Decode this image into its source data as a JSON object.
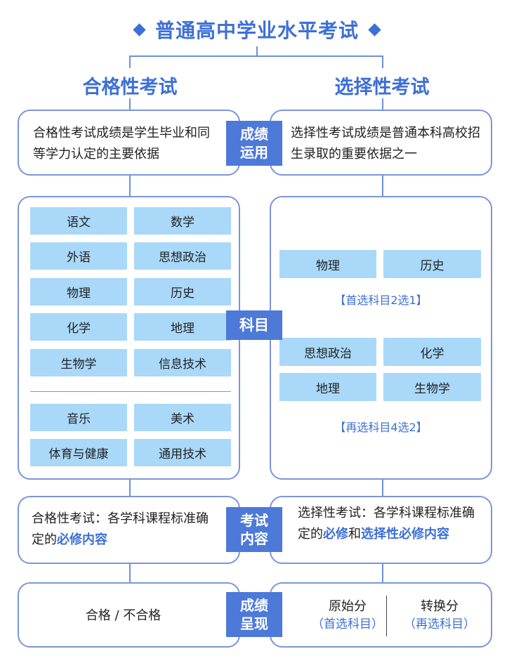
{
  "title": "普通高中学业水平考试",
  "columns": {
    "left": "合格性考试",
    "right": "选择性考试"
  },
  "application": {
    "label": [
      "成绩",
      "运用"
    ],
    "left_text": "合格性考试成绩是学生毕业和同等学力认定的主要依据",
    "right_text": "选择性考试成绩是普通本科高校招生录取的重要依据之一"
  },
  "subjects": {
    "label": "科目",
    "left_main": [
      "语文",
      "数学",
      "外语",
      "思想政治",
      "物理",
      "历史",
      "化学",
      "地理",
      "生物学",
      "信息技术"
    ],
    "left_extra": [
      "音乐",
      "美术",
      "体育与健康",
      "通用技术"
    ],
    "right_first": [
      "物理",
      "历史"
    ],
    "right_first_note": "【首选科目2选1】",
    "right_second": [
      "思想政治",
      "化学",
      "地理",
      "生物学"
    ],
    "right_second_note": "【再选科目4选2】"
  },
  "content": {
    "label": [
      "考试",
      "内容"
    ],
    "left_prefix": "合格性考试：各学科课程标准确定的",
    "left_highlight": "必修内容",
    "right_prefix": "选择性考试：各学科课程标准确定的",
    "right_highlight1": "必修",
    "right_mid": "和",
    "right_highlight2": "选择性必修内容"
  },
  "result": {
    "label": [
      "成绩",
      "呈现"
    ],
    "left_text": "合格 / 不合格",
    "right_a_main": "原始分",
    "right_a_sub": "（首选科目）",
    "right_b_main": "转换分",
    "right_b_sub": "（再选科目）"
  }
}
